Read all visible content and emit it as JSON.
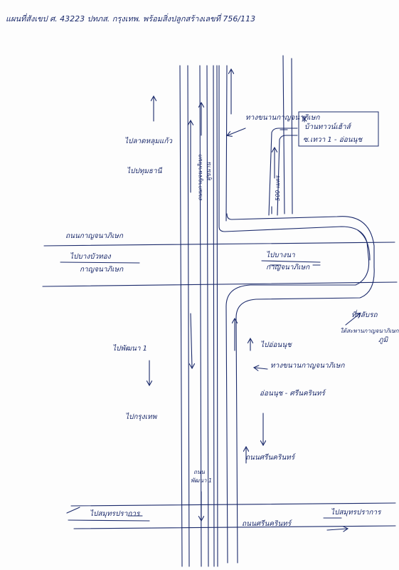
{
  "header": {
    "title": "แผนที่สังเขป ศ. 43223 ปทภส. กรุงเทพ. พร้อมสิ่งปลูกสร้างเลขที่ 756/113"
  },
  "labels": {
    "to_lat_lum_kaeo": "ไปลาดหลุมแก้ว",
    "to_pathum": "ไปปทุมธานี",
    "highway_left": "ถนนกาญจนาภิเษก",
    "to_bang_bua_thong_left_1": "ไปบางบัวทอง",
    "to_bang_bua_thong_left_2": "กาญจนาภิเษก",
    "to_bang_na_1": "ไปบางนา",
    "to_bang_na_2": "กาญจนาภิเษก",
    "parallel_road_vertical": "ถนนกาญจนาภิเษก",
    "parallel_road_vertical_2": "คู่ขนาน",
    "frontage_top": "ทางขนานกาญจนาภิเษก",
    "distance": "500 เมตร",
    "house_label_1": "บ้านทาวน์เฮ้าส์",
    "house_label_2": "ซ.เทวา 1 - อ่อนนุช",
    "u_turn_1": "ที่กลับรถ",
    "u_turn_2": "ใต้สะพานกาญจนาภิเษก",
    "u_turn_3": "ภูมิ",
    "to_on_nut": "ไปอ่อนนุช",
    "frontage_bottom": "ทางขนานกาญจนาภิเษก",
    "on_nut_srinakarin": "อ่อนนุช - ศรีนครินทร์",
    "to_phatthana_1": "ไปพัฒนา 1",
    "to_bangkok": "ไปกรุงเทพ",
    "srinakarin_road": "ถนนศรีนครินทร์",
    "thepharak_vertical_1": "ถนน",
    "thepharak_vertical_2": "พัฒนา 1",
    "to_samut_prakan_left": "ไปสมุทรปราการ",
    "to_samut_prakan_right": "ไปสมุทรปราการ",
    "srinakarin_bottom": "ถนนศรีนครินทร์"
  }
}
